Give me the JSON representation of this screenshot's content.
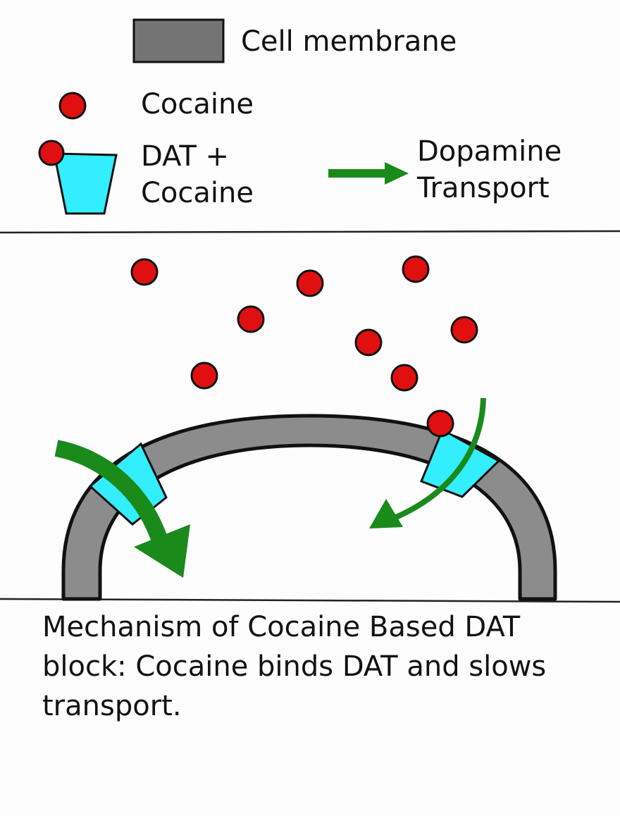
{
  "legend": {
    "membrane_label": "Cell membrane",
    "cocaine_label": "Cocaine",
    "dat_label_line1": "DAT +",
    "dat_label_line2": "Cocaine",
    "transport_label_line1": "Dopamine",
    "transport_label_line2": "Transport"
  },
  "caption": "Mechanism of Cocaine Based DAT block: Cocaine binds DAT and slows transport.",
  "colors": {
    "membrane": "#8c8c8c",
    "cocaine": "#e01010",
    "dat": "#33eeff",
    "transport": "#1a8a1a",
    "outline": "#111111"
  }
}
